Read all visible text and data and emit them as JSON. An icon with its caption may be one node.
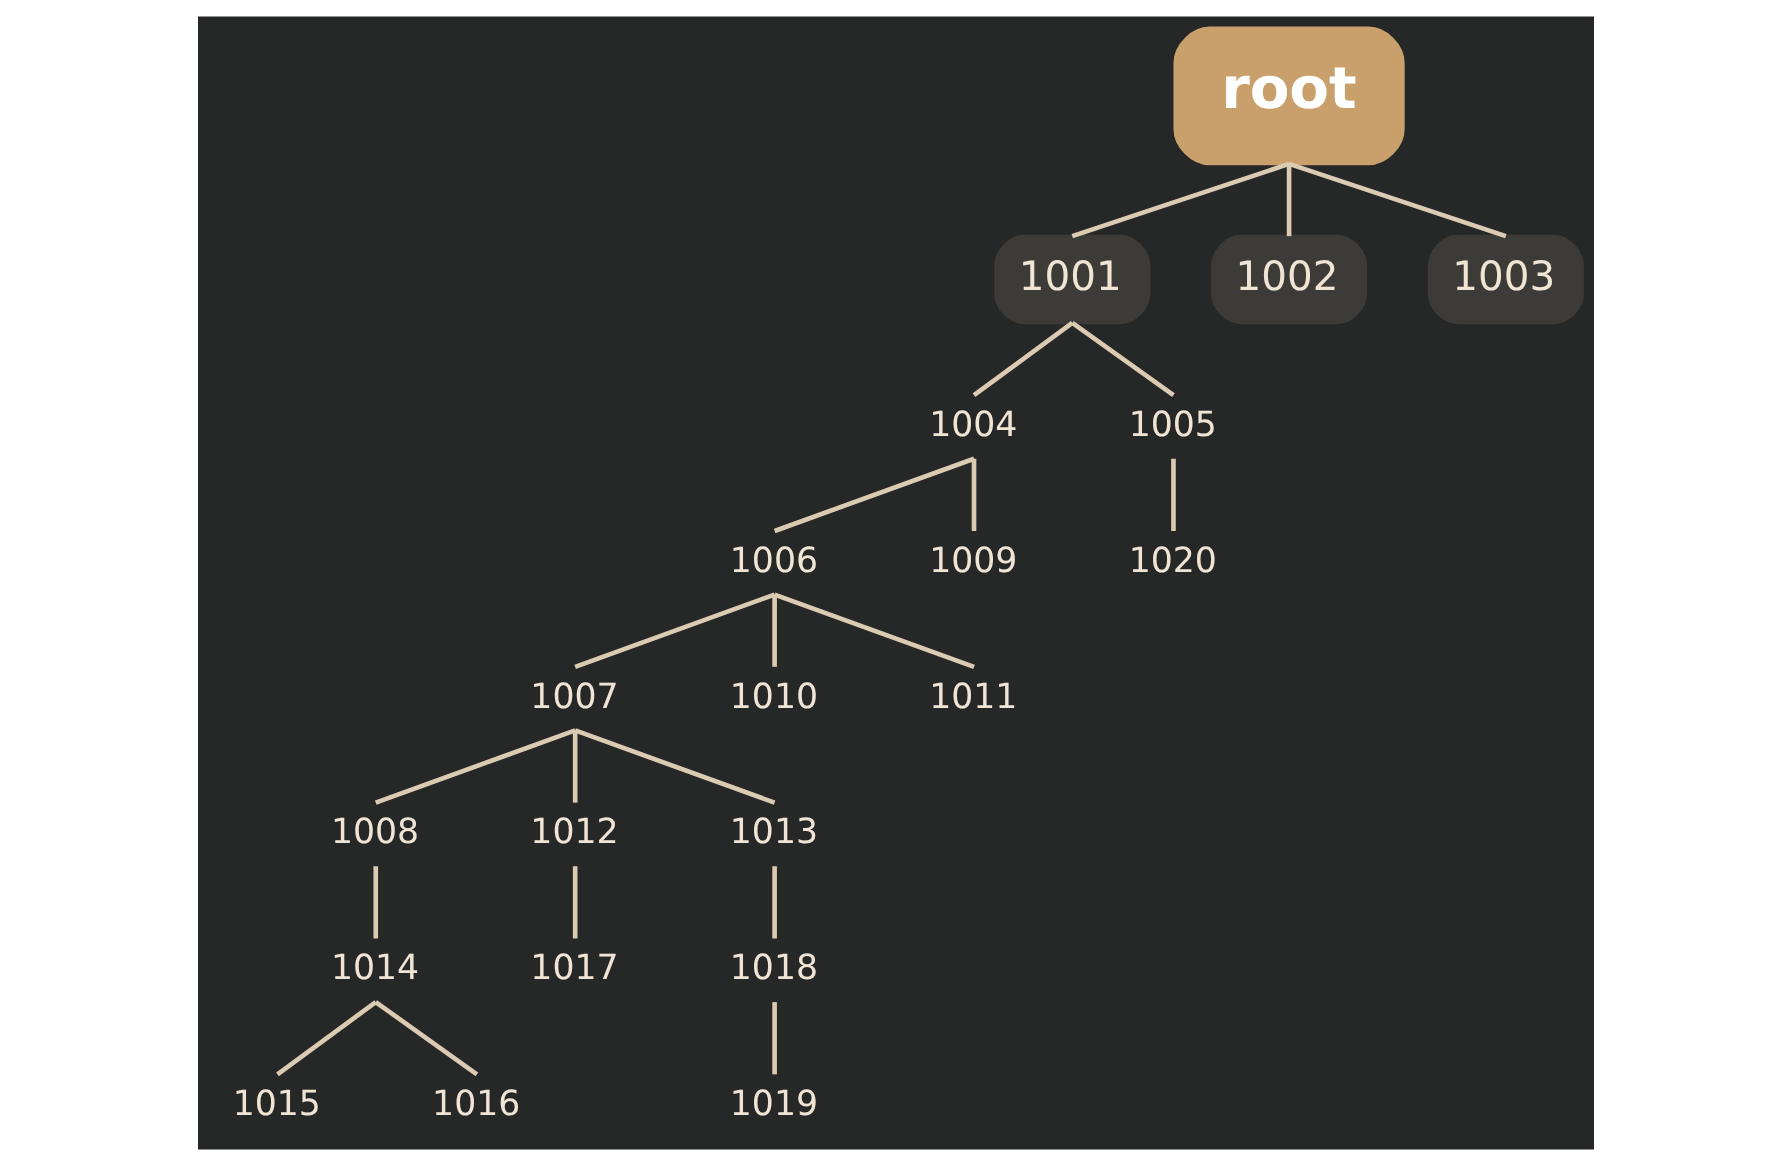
{
  "diagram": {
    "nodes": [
      {
        "text": [
          "root"
        ]
      },
      {
        "text": [
          "1001"
        ]
      },
      {
        "text": [
          "1002"
        ]
      },
      {
        "text": [
          "1003"
        ]
      },
      {
        "text": [
          "1004"
        ]
      },
      {
        "text": [
          "1005"
        ]
      },
      {
        "text": [
          "1006"
        ]
      },
      {
        "text": [
          "1009"
        ]
      },
      {
        "text": [
          "1020"
        ]
      },
      {
        "text": [
          "1007"
        ]
      },
      {
        "text": [
          "1010"
        ]
      },
      {
        "text": [
          "1011"
        ]
      },
      {
        "text": [
          "1008"
        ]
      },
      {
        "text": [
          "1012"
        ]
      },
      {
        "text": [
          "1013"
        ]
      },
      {
        "text": [
          "1014"
        ]
      },
      {
        "text": [
          "1017"
        ]
      },
      {
        "text": [
          "1018"
        ]
      },
      {
        "text": [
          "1015"
        ]
      },
      {
        "text": [
          "1016"
        ]
      },
      {
        "text": [
          "1019"
        ]
      }
    ],
    "edges": [
      {
        "from": 0,
        "to": 1,
        "arrow": "none"
      },
      {
        "from": 0,
        "to": 2,
        "arrow": "none"
      },
      {
        "from": 0,
        "to": 3,
        "arrow": "none"
      },
      {
        "from": 1,
        "to": 4,
        "arrow": "none"
      },
      {
        "from": 1,
        "to": 5,
        "arrow": "none"
      },
      {
        "from": 4,
        "to": 6,
        "arrow": "none"
      },
      {
        "from": 4,
        "to": 7,
        "arrow": "none"
      },
      {
        "from": 5,
        "to": 8,
        "arrow": "none"
      },
      {
        "from": 6,
        "to": 9,
        "arrow": "none"
      },
      {
        "from": 6,
        "to": 10,
        "arrow": "none"
      },
      {
        "from": 6,
        "to": 11,
        "arrow": "none"
      },
      {
        "from": 9,
        "to": 12,
        "arrow": "none"
      },
      {
        "from": 9,
        "to": 13,
        "arrow": "none"
      },
      {
        "from": 9,
        "to": 14,
        "arrow": "none"
      },
      {
        "from": 12,
        "to": 15,
        "arrow": "none"
      },
      {
        "from": 13,
        "to": 16,
        "arrow": "none"
      },
      {
        "from": 14,
        "to": 17,
        "arrow": "none"
      },
      {
        "from": 15,
        "to": 18,
        "arrow": "none"
      },
      {
        "from": 15,
        "to": 19,
        "arrow": "none"
      },
      {
        "from": 17,
        "to": 20,
        "arrow": "none"
      }
    ]
  }
}
